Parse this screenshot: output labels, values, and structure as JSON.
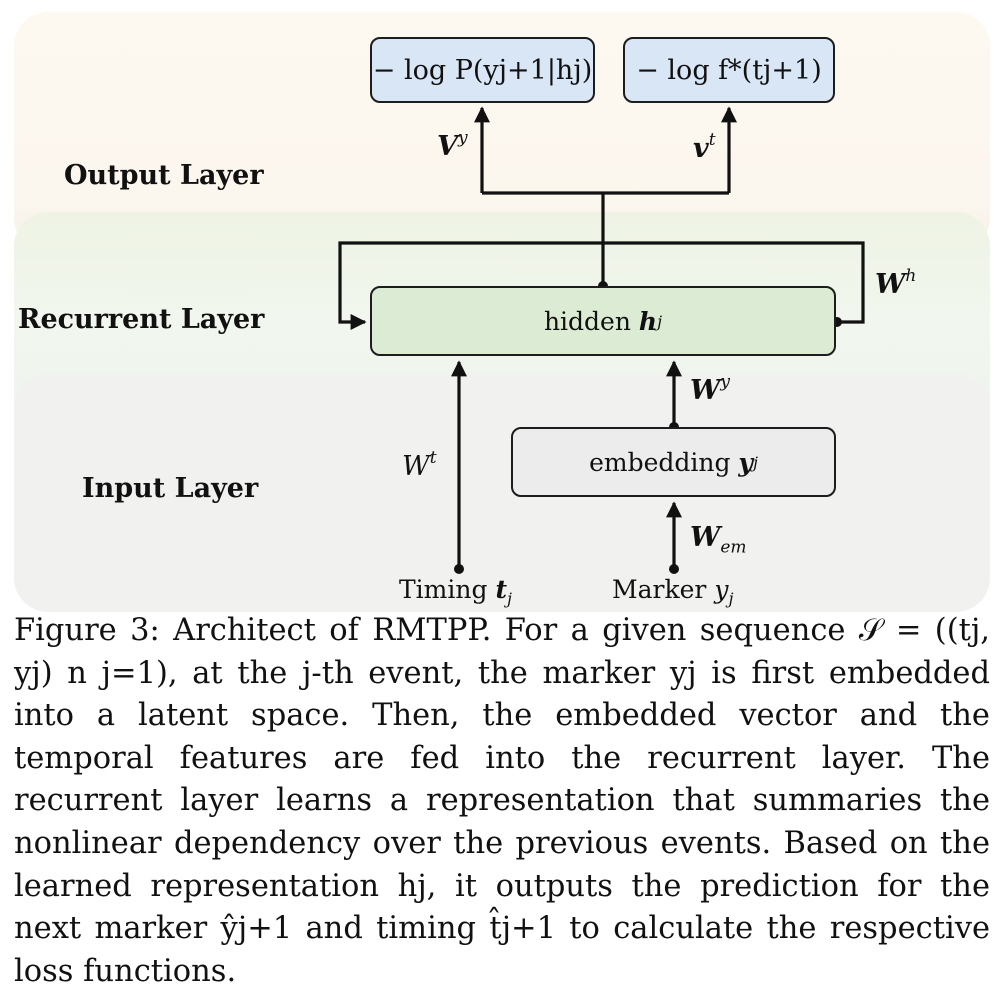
{
  "layers": {
    "output": "Output Layer",
    "recurrent": "Recurrent Layer",
    "input": "Input Layer"
  },
  "nodes": {
    "loss_marker": "− log P(yj+1|hj)",
    "loss_timing": "− log f*(tj+1)",
    "hidden": {
      "word": "hidden",
      "symbol": "h",
      "sub": "j"
    },
    "embedding": {
      "word": "embedding",
      "symbol": "y",
      "sub": "j"
    }
  },
  "weights": {
    "Vy": {
      "base": "V",
      "sup": "y"
    },
    "vt": {
      "base": "v",
      "sup": "t"
    },
    "Wh": {
      "base": "W",
      "sup": "h"
    },
    "Wy": {
      "base": "W",
      "sup": "y"
    },
    "Wt": {
      "base": "W",
      "sup": "t"
    },
    "Wem": {
      "base": "W",
      "sub": "em"
    }
  },
  "inputs": {
    "timing": {
      "word": "Timing",
      "symbol": "t",
      "sub": "j"
    },
    "marker": {
      "word": "Marker",
      "symbol": "y",
      "sub": "j"
    }
  },
  "caption": "Figure 3: Architect of RMTPP. For a given sequence 𝒮 = ((tj, yj) n j=1), at the j-th event, the marker yj is first embedded into a latent space. Then, the embedded vector and the temporal features are fed into the recurrent layer. The recurrent layer learns a representation that summaries the nonlinear dependency over the previous events. Based on the learned representation hj, it outputs the prediction for the next marker ŷj+1 and timing t̂j+1 to calculate the respective loss functions."
}
